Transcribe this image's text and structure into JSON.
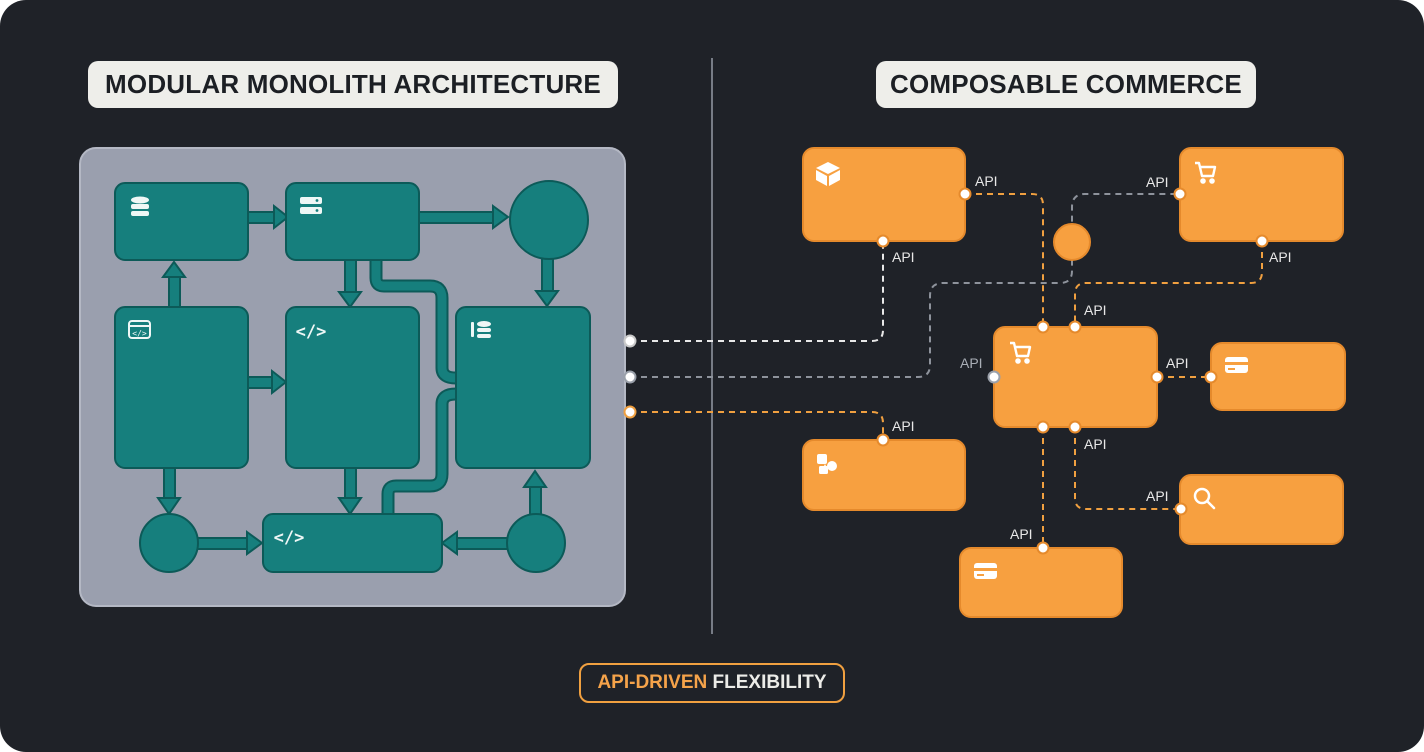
{
  "left_title": "MODULAR MONOLITH ARCHITECTURE",
  "right_title": "COMPOSABLE COMMERCE",
  "footer": {
    "accent": "API-DRIVEN",
    "plain": "FLEXIBILITY"
  },
  "api_label": "API",
  "colors": {
    "background": "#1f2228",
    "monolith_container": "#9a9fae",
    "module_fill": "#167f7d",
    "module_border": "#0c5a58",
    "service_fill": "#f7a040",
    "service_border": "#e58a2c",
    "accent": "#f5a34a"
  },
  "monolith_icons": [
    "database-icon",
    "server-icon",
    "code-window-icon",
    "code-icon",
    "database-stack-icon",
    "code-icon"
  ],
  "service_icons": [
    "package-icon",
    "cart-icon",
    "cart-icon",
    "payment-card-icon",
    "shapes-icon",
    "search-icon",
    "payment-card-icon"
  ]
}
